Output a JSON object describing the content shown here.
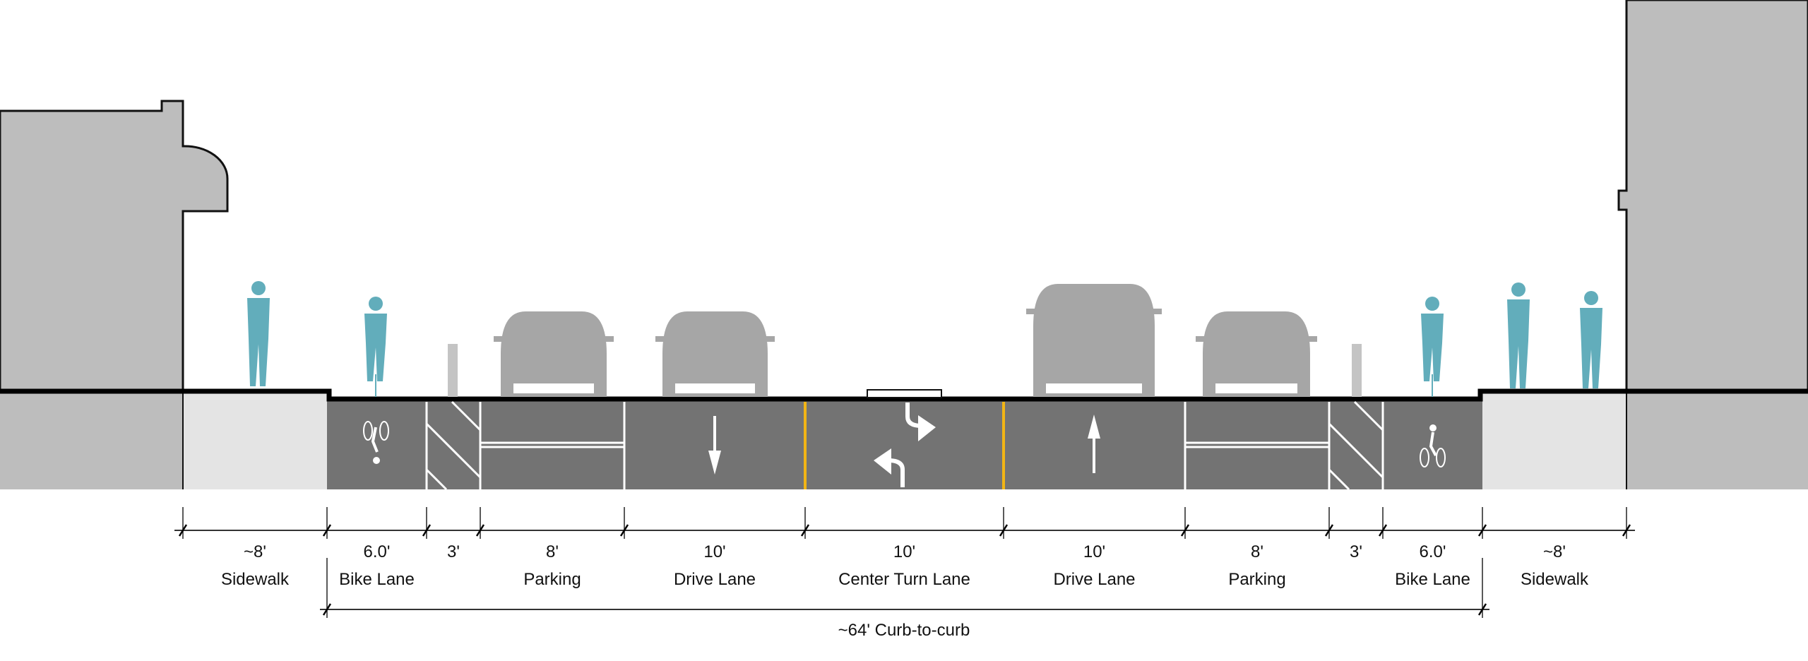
{
  "title": "Street cross-section",
  "colors": {
    "building": "#bdbdbd",
    "sidewalk": "#e4e4e4",
    "pavement": "#737373",
    "vehicle": "#a6a6a6",
    "person": "#62adbb",
    "yellow_line": "#f2b515",
    "marking": "#ffffff"
  },
  "segments": [
    {
      "width": "~8'",
      "label": "Sidewalk"
    },
    {
      "width": "6.0'",
      "label": "Bike Lane"
    },
    {
      "width": "3'",
      "label": ""
    },
    {
      "width": "8'",
      "label": "Parking"
    },
    {
      "width": "10'",
      "label": "Drive Lane"
    },
    {
      "width": "10'",
      "label": "Center Turn Lane"
    },
    {
      "width": "10'",
      "label": "Drive Lane"
    },
    {
      "width": "8'",
      "label": "Parking"
    },
    {
      "width": "3'",
      "label": ""
    },
    {
      "width": "6.0'",
      "label": "Bike Lane"
    },
    {
      "width": "~8'",
      "label": "Sidewalk"
    }
  ],
  "total": {
    "label": "~64' Curb-to-curb"
  }
}
